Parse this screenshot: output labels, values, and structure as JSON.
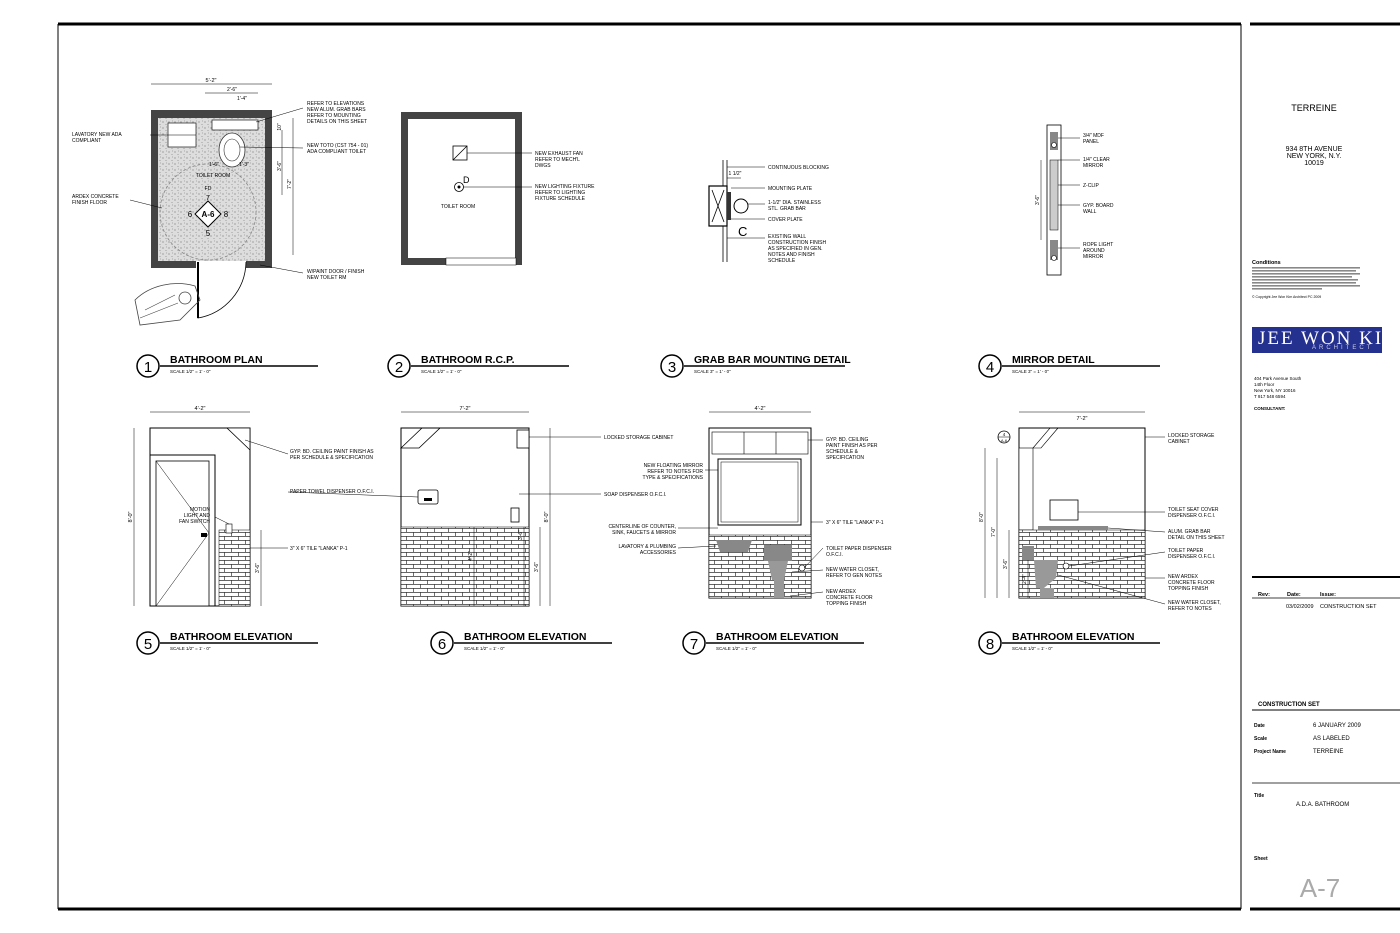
{
  "details": [
    {
      "num": "1",
      "title": "BATHROOM PLAN",
      "scale": "SCALE 1/2\" = 1' - 0\""
    },
    {
      "num": "2",
      "title": "BATHROOM R.C.P.",
      "scale": "SCALE 1/2\" = 1' - 0\""
    },
    {
      "num": "3",
      "title": "GRAB BAR MOUNTING DETAIL",
      "scale": "SCALE 3\" = 1' - 0\""
    },
    {
      "num": "4",
      "title": "MIRROR DETAIL",
      "scale": "SCALE 3\" = 1' - 0\""
    },
    {
      "num": "5",
      "title": "BATHROOM ELEVATION",
      "scale": "SCALE 1/2\" = 1' - 0\""
    },
    {
      "num": "6",
      "title": "BATHROOM ELEVATION",
      "scale": "SCALE 1/2\" = 1' - 0\""
    },
    {
      "num": "7",
      "title": "BATHROOM ELEVATION",
      "scale": "SCALE 1/2\" = 1' - 0\""
    },
    {
      "num": "8",
      "title": "BATHROOM ELEVATION",
      "scale": "SCALE 1/2\" = 1' - 0\""
    }
  ],
  "notes": {
    "plan": {
      "refer_elev": [
        "REFER TO ELEVATIONS",
        "NEW ALUM. GRAB BARS",
        "REFER TO MOUNTING",
        "DETAILS ON THIS SHEET"
      ],
      "lavatory": [
        "LAVATORY NEW ADA",
        "COMPLIANT"
      ],
      "toto": [
        "NEW TOTO (CST 754 - 01)",
        "ADA COMPLIANT TOILET"
      ],
      "ardex": [
        "ARDEX CONCRETE",
        "FINISH FLOOR"
      ],
      "repaint": [
        "W/PAINT DOOR / FINISH",
        "NEW TOILET RM"
      ],
      "room": "TOILET ROOM",
      "dims": {
        "overall": "5'-2\"",
        "d2": "2'-6\"",
        "d3": "1'-4\"",
        "d4": "1'-6\"",
        "d5": "1'-3\"",
        "d6": "7'-2\"",
        "d7": "3'-6\"",
        "d8": "10\""
      },
      "tag_num": "7",
      "tag_mid": "A-6",
      "tag_left": "6",
      "tag_right": "8",
      "tag_bottom": "5",
      "fd": "FD"
    },
    "rcp": {
      "fan": [
        "NEW EXHAUST FAN",
        "REFER TO MECH'L",
        "DWGS"
      ],
      "light": [
        "NEW LIGHTING FIXTURE",
        "REFER TO LIGHTING",
        "FIXTURE SCHEDULE"
      ],
      "room": "TOILET ROOM",
      "d_tag": "D"
    },
    "grab": {
      "blocking": "CONTINUOUS BLOCKING",
      "plate": "MOUNTING PLATE",
      "bar": [
        "1-1/2\" DIA. STAINLESS",
        "STL. GRAB BAR"
      ],
      "cover": "COVER PLATE",
      "wall": [
        "EXISTING WALL",
        "CONSTRUCTION FINISH",
        "AS SPECIFIED IN GEN.",
        "NOTES AND FINISH",
        "SCHEDULE"
      ],
      "dim": "1 1/2\"",
      "c_tag": "C"
    },
    "mirror": {
      "mdf": [
        "3/4\" MDF",
        "PANEL"
      ],
      "clear": [
        "1/4\" CLEAR",
        "MIRROR"
      ],
      "zclip": "Z-CLIP",
      "gyp": [
        "GYP. BOARD",
        "WALL"
      ],
      "rope": [
        "ROPE LIGHT",
        "AROUND",
        "MIRROR"
      ],
      "dim": "3'-6\""
    },
    "elev5": {
      "gyp": [
        "GYP. BD. CEILING PAINT FINISH AS",
        "PER SCHEDULE & SPECIFICATION"
      ],
      "motion": [
        "MOTION",
        "LIGHT AND",
        "FAN SWITCH"
      ],
      "tile": "3\" X 6\" TILE \"LANKA\" P-1",
      "paper": "PAPER TOWEL DISPENSER O.F.C.I.",
      "w": "4'-2\"",
      "h": "8'-0\"",
      "h2": "3'-6\""
    },
    "elev6": {
      "cabinet": "LOCKED STORAGE CABINET",
      "soap": "SOAP DISPENSER O.F.C.I.",
      "w": "7'-2\"",
      "h": "8'-0\"",
      "h2": "4'-2\"",
      "h3": "3'-6\"",
      "h4": "3'-6\""
    },
    "elev7": {
      "mirror": [
        "NEW FLOATING MIRROR",
        "REFER TO NOTES FOR",
        "TYPE & SPECIFICATIONS"
      ],
      "counter": [
        "CENTERLINE OF COUNTER,",
        "SINK, FAUCETS & MIRROR"
      ],
      "lav": [
        "LAVATORY & PLUMBING",
        "ACCESSORIES"
      ],
      "gyp": [
        "GYP. BD. CEILING",
        "PAINT FINISH AS PER",
        "SCHEDULE &",
        "SPECIFICATION"
      ],
      "tile": "3\" X 6\" TILE \"LANKA\" P-1",
      "tp": [
        "TOILET PAPER DISPENSER",
        "O.F.C.I."
      ],
      "wc": [
        "NEW WATER CLOSET,",
        "REFER TO GEN NOTES"
      ],
      "ardex": [
        "NEW ARDEX",
        "CONCRETE FLOOR",
        "TOPPING FINISH"
      ],
      "w": "4'-2\""
    },
    "elev8": {
      "cabinet": [
        "LOCKED STORAGE",
        "CABINET"
      ],
      "seat": [
        "TOILET SEAT COVER",
        "DISPENSER O.F.C.I."
      ],
      "grab": [
        "ALUM. GRAB BAR",
        "DETAIL ON THIS SHEET"
      ],
      "tp": [
        "TOILET PAPER",
        "DISPENSER O.F.C.I."
      ],
      "ardex": [
        "NEW ARDEX",
        "CONCRETE FLOOR",
        "TOPPING FINISH"
      ],
      "wc": [
        "NEW WATER CLOSET,",
        "REFER TO NOTES"
      ],
      "w": "7'-2\"",
      "h": "8'-0\"",
      "h2": "7'-0\"",
      "h3": "3'-6\"",
      "h4": "2'-4\"",
      "tag": "4",
      "tag_b": "A-6"
    }
  },
  "titleblock": {
    "project": "TERREINE",
    "address": [
      "934 8TH AVENUE",
      "NEW YORK, N.Y.",
      "10019"
    ],
    "conditions_label": "Conditions",
    "copyright": "© Copyright Jee Won Kim Architect PC 2009",
    "firm": "JEE WON KIM",
    "firm_sub": "ARCHITECT",
    "firm_address": [
      "404 Park Avenue South",
      "14th Floor",
      "New York, NY 10016",
      "T 917 548 6594"
    ],
    "consultant": "CONSULTANT:",
    "rev_headers": [
      "Rev:",
      "Date:",
      "Issue:"
    ],
    "revisions": [
      {
        "rev": "",
        "date": "03/02/2009",
        "issue": "CONSTRUCTION SET"
      }
    ],
    "set_label": "CONSTRUCTION SET",
    "date_label": "Date",
    "date": "6 JANUARY 2009",
    "scale_label": "Scale",
    "scale": "AS LABELED",
    "projno_label": "Project Name",
    "projno": "TERREINE",
    "title_label": "Title",
    "title": "A.D.A. BATHROOM",
    "sheet_label": "Sheet",
    "sheet": "A-7"
  }
}
